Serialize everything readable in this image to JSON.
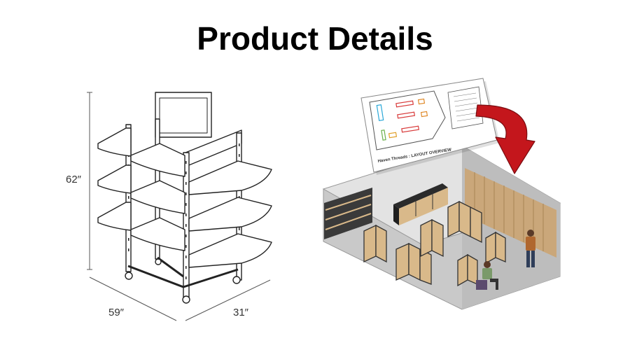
{
  "title": "Product Details",
  "dimensions": {
    "height": "62″",
    "width": "59″",
    "depth": "31″"
  },
  "layout_plan": {
    "title": "Haven Threads : LAYOUT OVERVIEW"
  },
  "colors": {
    "arrow": "#c4161c",
    "wood": "#d9b98a",
    "floor": "#c9c9c9",
    "wall": "#e3e3e3",
    "slatwall": "#caa77a"
  },
  "icons": [
    "rack-drawing",
    "layout-plan-sheet",
    "transition-arrow-icon",
    "store-render"
  ]
}
